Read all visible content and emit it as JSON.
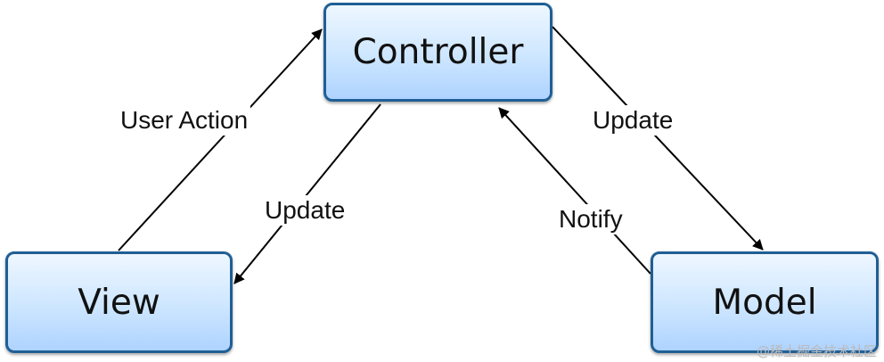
{
  "nodes": {
    "controller": "Controller",
    "view": "View",
    "model": "Model"
  },
  "edges": {
    "user_action": "User Action",
    "update_view": "Update",
    "update_model": "Update",
    "notify": "Notify"
  },
  "watermark": "@稀土掘金技术社区",
  "colors": {
    "node_border": "#1f5f95",
    "node_fill_top": "#eef7ff",
    "node_fill_bottom": "#aed3ff",
    "arrow": "#000000"
  }
}
